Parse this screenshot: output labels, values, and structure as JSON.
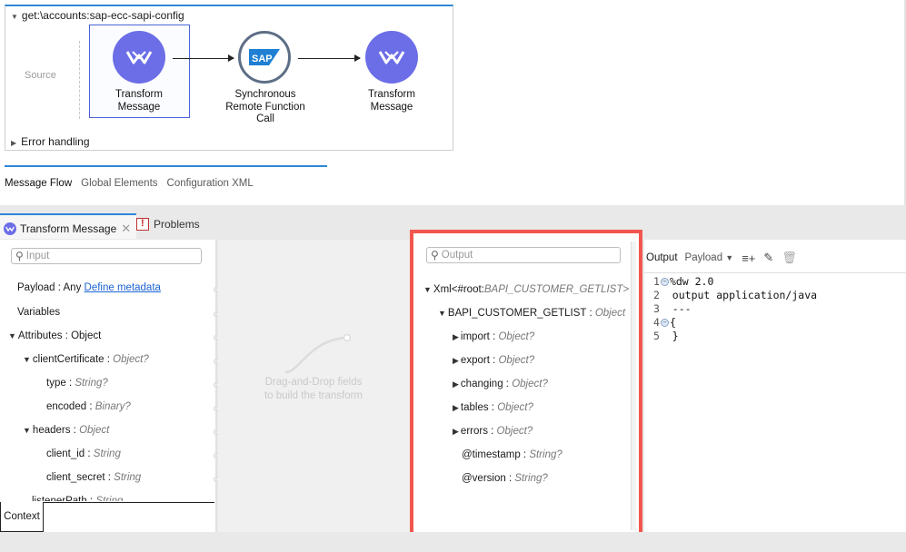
{
  "flow": {
    "title": "get:\\accounts:sap-ecc-sapi-config",
    "source_label": "Source",
    "nodes": [
      {
        "label_line1": "Transform",
        "label_line2": "Message",
        "label_line3": "",
        "icon": "transform-message-icon"
      },
      {
        "label_line1": "Synchronous",
        "label_line2": "Remote Function",
        "label_line3": "Call",
        "icon": "sap-logo-icon",
        "logo_text": "SAP"
      },
      {
        "label_line1": "Transform",
        "label_line2": "Message",
        "label_line3": "",
        "icon": "transform-message-icon"
      }
    ],
    "error_handling": "Error handling"
  },
  "canvas_tabs": {
    "message_flow": "Message Flow",
    "global_elements": "Global Elements",
    "configuration_xml": "Configuration XML"
  },
  "panel_tabs": {
    "transform_message": "Transform Message",
    "problems": "Problems"
  },
  "input": {
    "search_placeholder": "Input",
    "payload_label": "Payload : Any ",
    "define_metadata": "Define metadata",
    "variables": "Variables",
    "attributes": {
      "name": "Attributes",
      "type": "Object"
    },
    "client_certificate": {
      "name": "clientCertificate",
      "type": "Object?"
    },
    "type_field": {
      "name": "type",
      "type": "String?"
    },
    "encoded_field": {
      "name": "encoded",
      "type": "Binary?"
    },
    "headers": {
      "name": "headers",
      "type": "Object"
    },
    "client_id": {
      "name": "client_id",
      "type": "String"
    },
    "client_secret": {
      "name": "client_secret",
      "type": "String"
    },
    "listener_path": {
      "name": "listenerPath",
      "type": "String"
    },
    "context_tab": "Context"
  },
  "drop_hint": {
    "line1": "Drag-and-Drop fields",
    "line2": "to build the transform"
  },
  "output": {
    "search_placeholder": "Output",
    "root": {
      "name": "Xml<#root:",
      "type": "BAPI_CUSTOMER_GETLIST>"
    },
    "bapi": {
      "name": "BAPI_CUSTOMER_GETLIST",
      "type": "Object"
    },
    "fields": [
      {
        "name": "import",
        "type": "Object?"
      },
      {
        "name": "export",
        "type": "Object?"
      },
      {
        "name": "changing",
        "type": "Object?"
      },
      {
        "name": "tables",
        "type": "Object?"
      },
      {
        "name": "errors",
        "type": "Object?"
      }
    ],
    "timestamp": {
      "name": "@timestamp",
      "type": "String?"
    },
    "version": {
      "name": "@version",
      "type": "String?"
    }
  },
  "script": {
    "output_label": "Output",
    "payload_select": "Payload",
    "lines": [
      {
        "num": "1",
        "fold": true,
        "text": "%dw 2.0"
      },
      {
        "num": "2",
        "fold": false,
        "text": "output application/java"
      },
      {
        "num": "3",
        "fold": false,
        "text": "---"
      },
      {
        "num": "4",
        "fold": true,
        "text": "{"
      },
      {
        "num": "5",
        "fold": false,
        "text": "}"
      }
    ]
  },
  "colors": {
    "accent": "#2d87d8",
    "node_purple": "#6b6ee6",
    "highlight_red": "#f2574f",
    "link_blue": "#1a64d3"
  }
}
